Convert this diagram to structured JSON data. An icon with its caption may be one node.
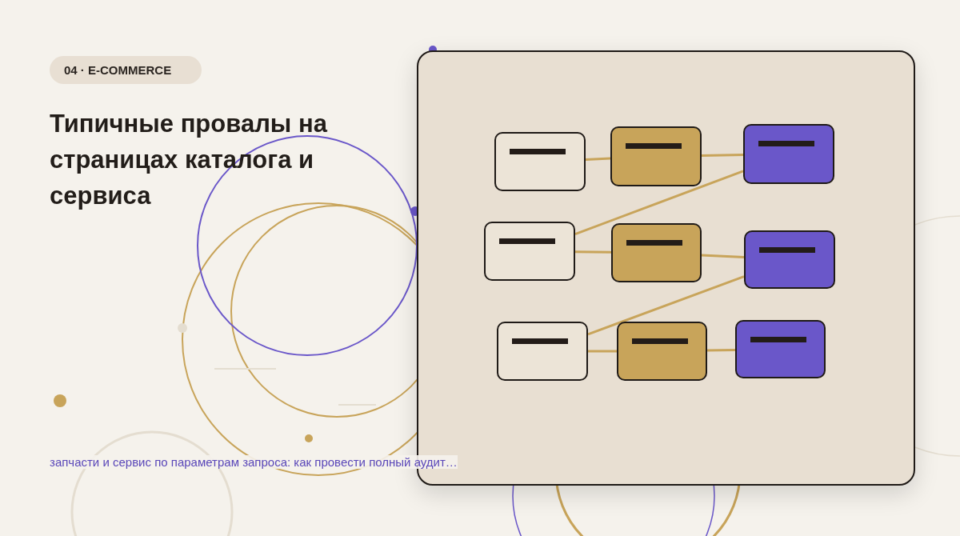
{
  "diagram": {
    "title": "Типичные провалы на страницах каталога и сервиса",
    "nodes": [
      {
        "text": [
          "04 · E-COMMERCE"
        ]
      },
      {
        "text": [],
        "shape": "box"
      },
      {
        "text": [],
        "shape": "box"
      },
      {
        "text": [],
        "shape": "box"
      },
      {
        "text": [],
        "shape": "box"
      },
      {
        "text": [],
        "shape": "box"
      },
      {
        "text": [],
        "shape": "box"
      },
      {
        "text": [],
        "shape": "box"
      },
      {
        "text": [],
        "shape": "box"
      },
      {
        "text": [],
        "shape": "box"
      }
    ],
    "edges": [
      {
        "from": 1,
        "to": 2,
        "arrow": "none"
      },
      {
        "from": 2,
        "to": 3,
        "arrow": "none"
      },
      {
        "from": 3,
        "to": 4,
        "arrow": "none"
      },
      {
        "from": 4,
        "to": 5,
        "arrow": "none"
      },
      {
        "from": 5,
        "to": 6,
        "arrow": "none"
      },
      {
        "from": 6,
        "to": 7,
        "arrow": "none"
      },
      {
        "from": 7,
        "to": 8,
        "arrow": "none"
      },
      {
        "from": 8,
        "to": 9,
        "arrow": "none"
      }
    ],
    "labels": [
      "запчасти и сервис по параметрам запроса: как провести полный аудит…"
    ]
  }
}
